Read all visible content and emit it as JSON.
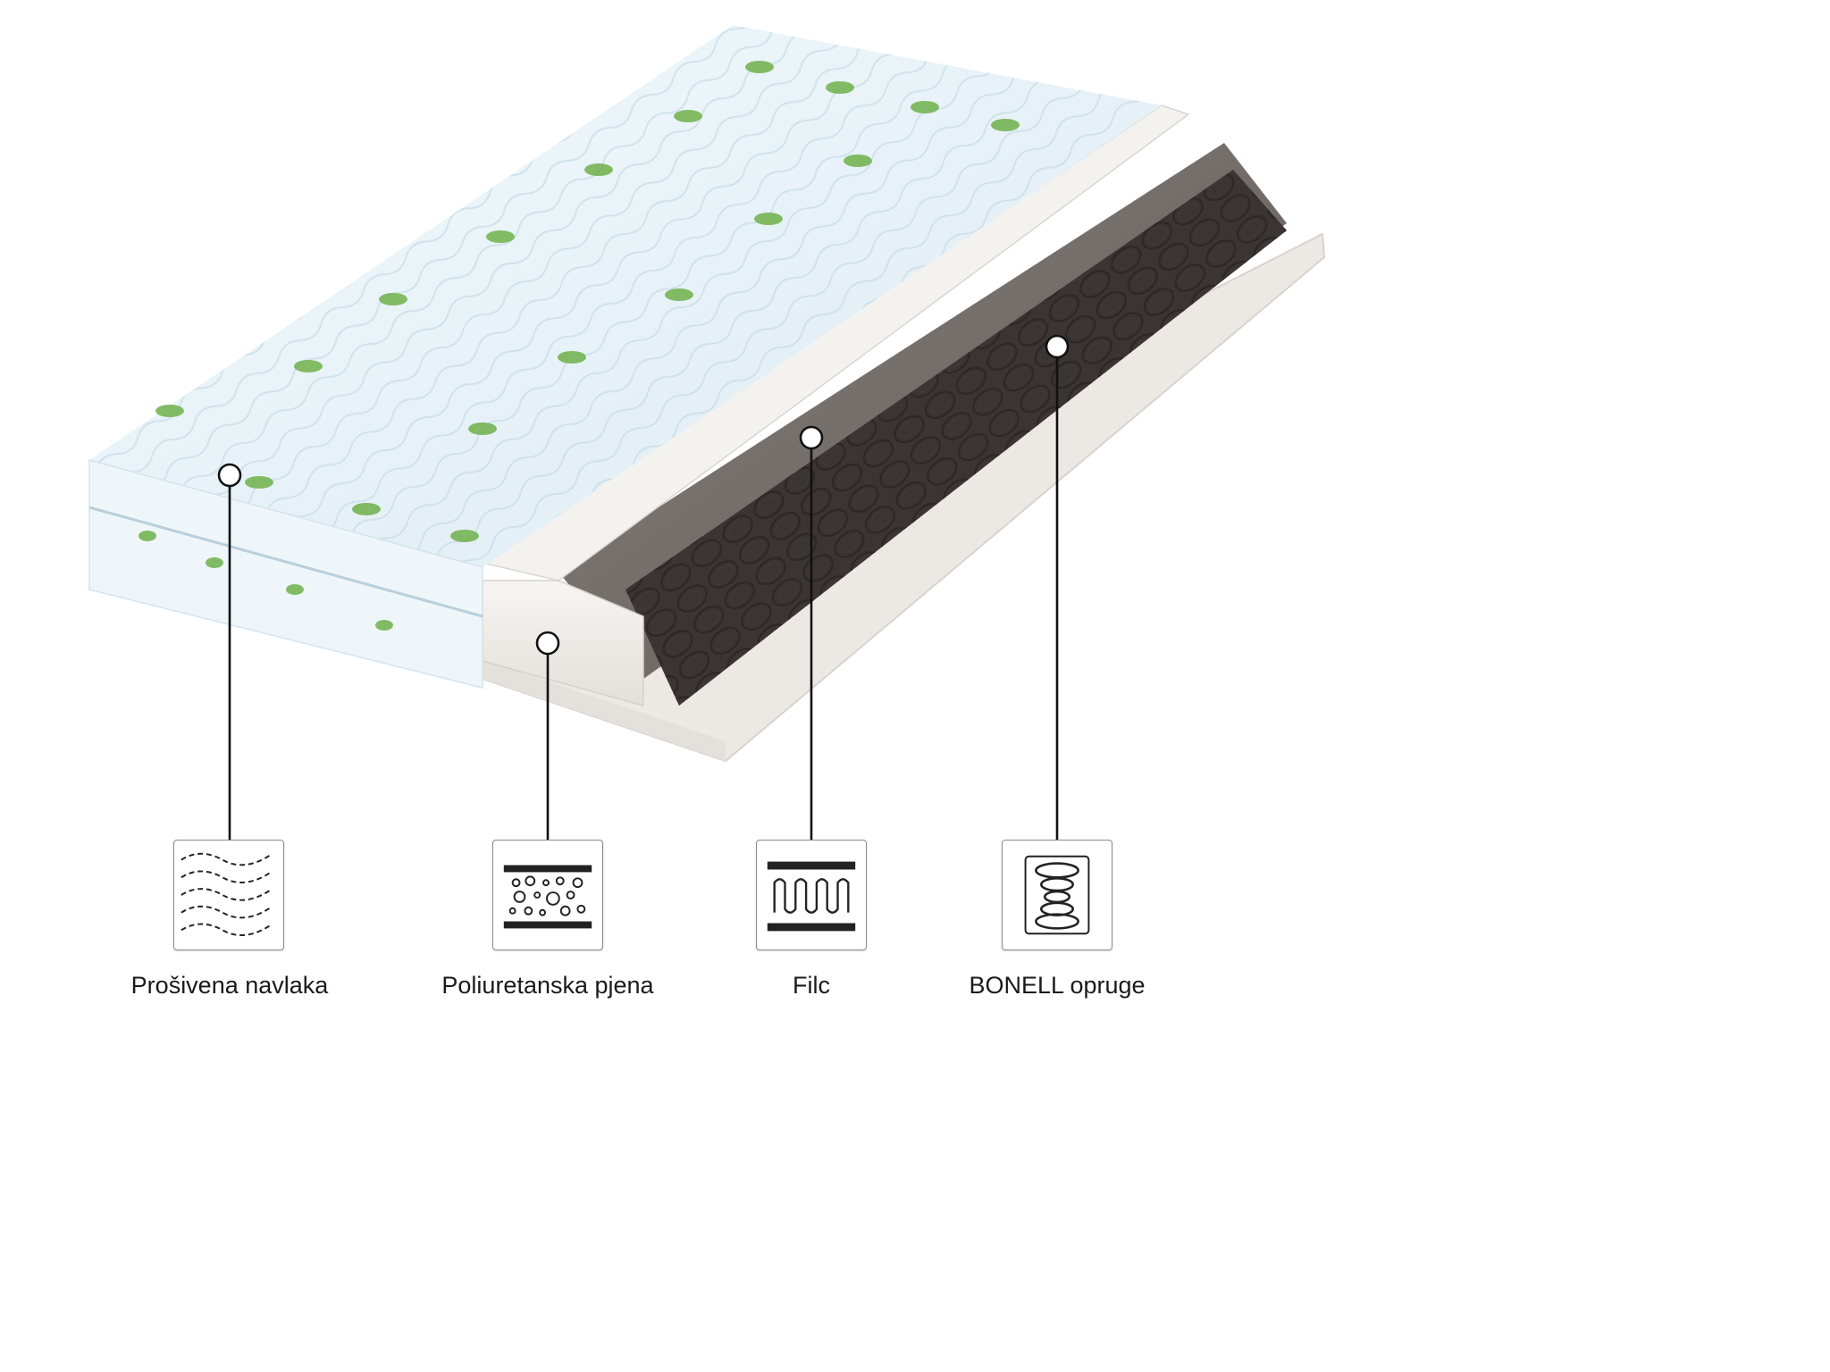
{
  "callouts": [
    {
      "id": "navlaka",
      "label": "Prošivena navlaka",
      "icon": "quilted-cover-icon"
    },
    {
      "id": "pjena",
      "label": "Poliuretanska pjena",
      "icon": "foam-bubbles-icon"
    },
    {
      "id": "filc",
      "label": "Filc",
      "icon": "felt-wave-icon"
    },
    {
      "id": "opruge",
      "label": "BONELL opruge",
      "icon": "coil-spring-icon"
    }
  ],
  "colors": {
    "cover": "#e8f3f8",
    "cover_leaf": "#6fb04a",
    "foam": "#efedea",
    "felt": "#7a7370",
    "spring": "#2f2b29",
    "line": "#111111"
  }
}
